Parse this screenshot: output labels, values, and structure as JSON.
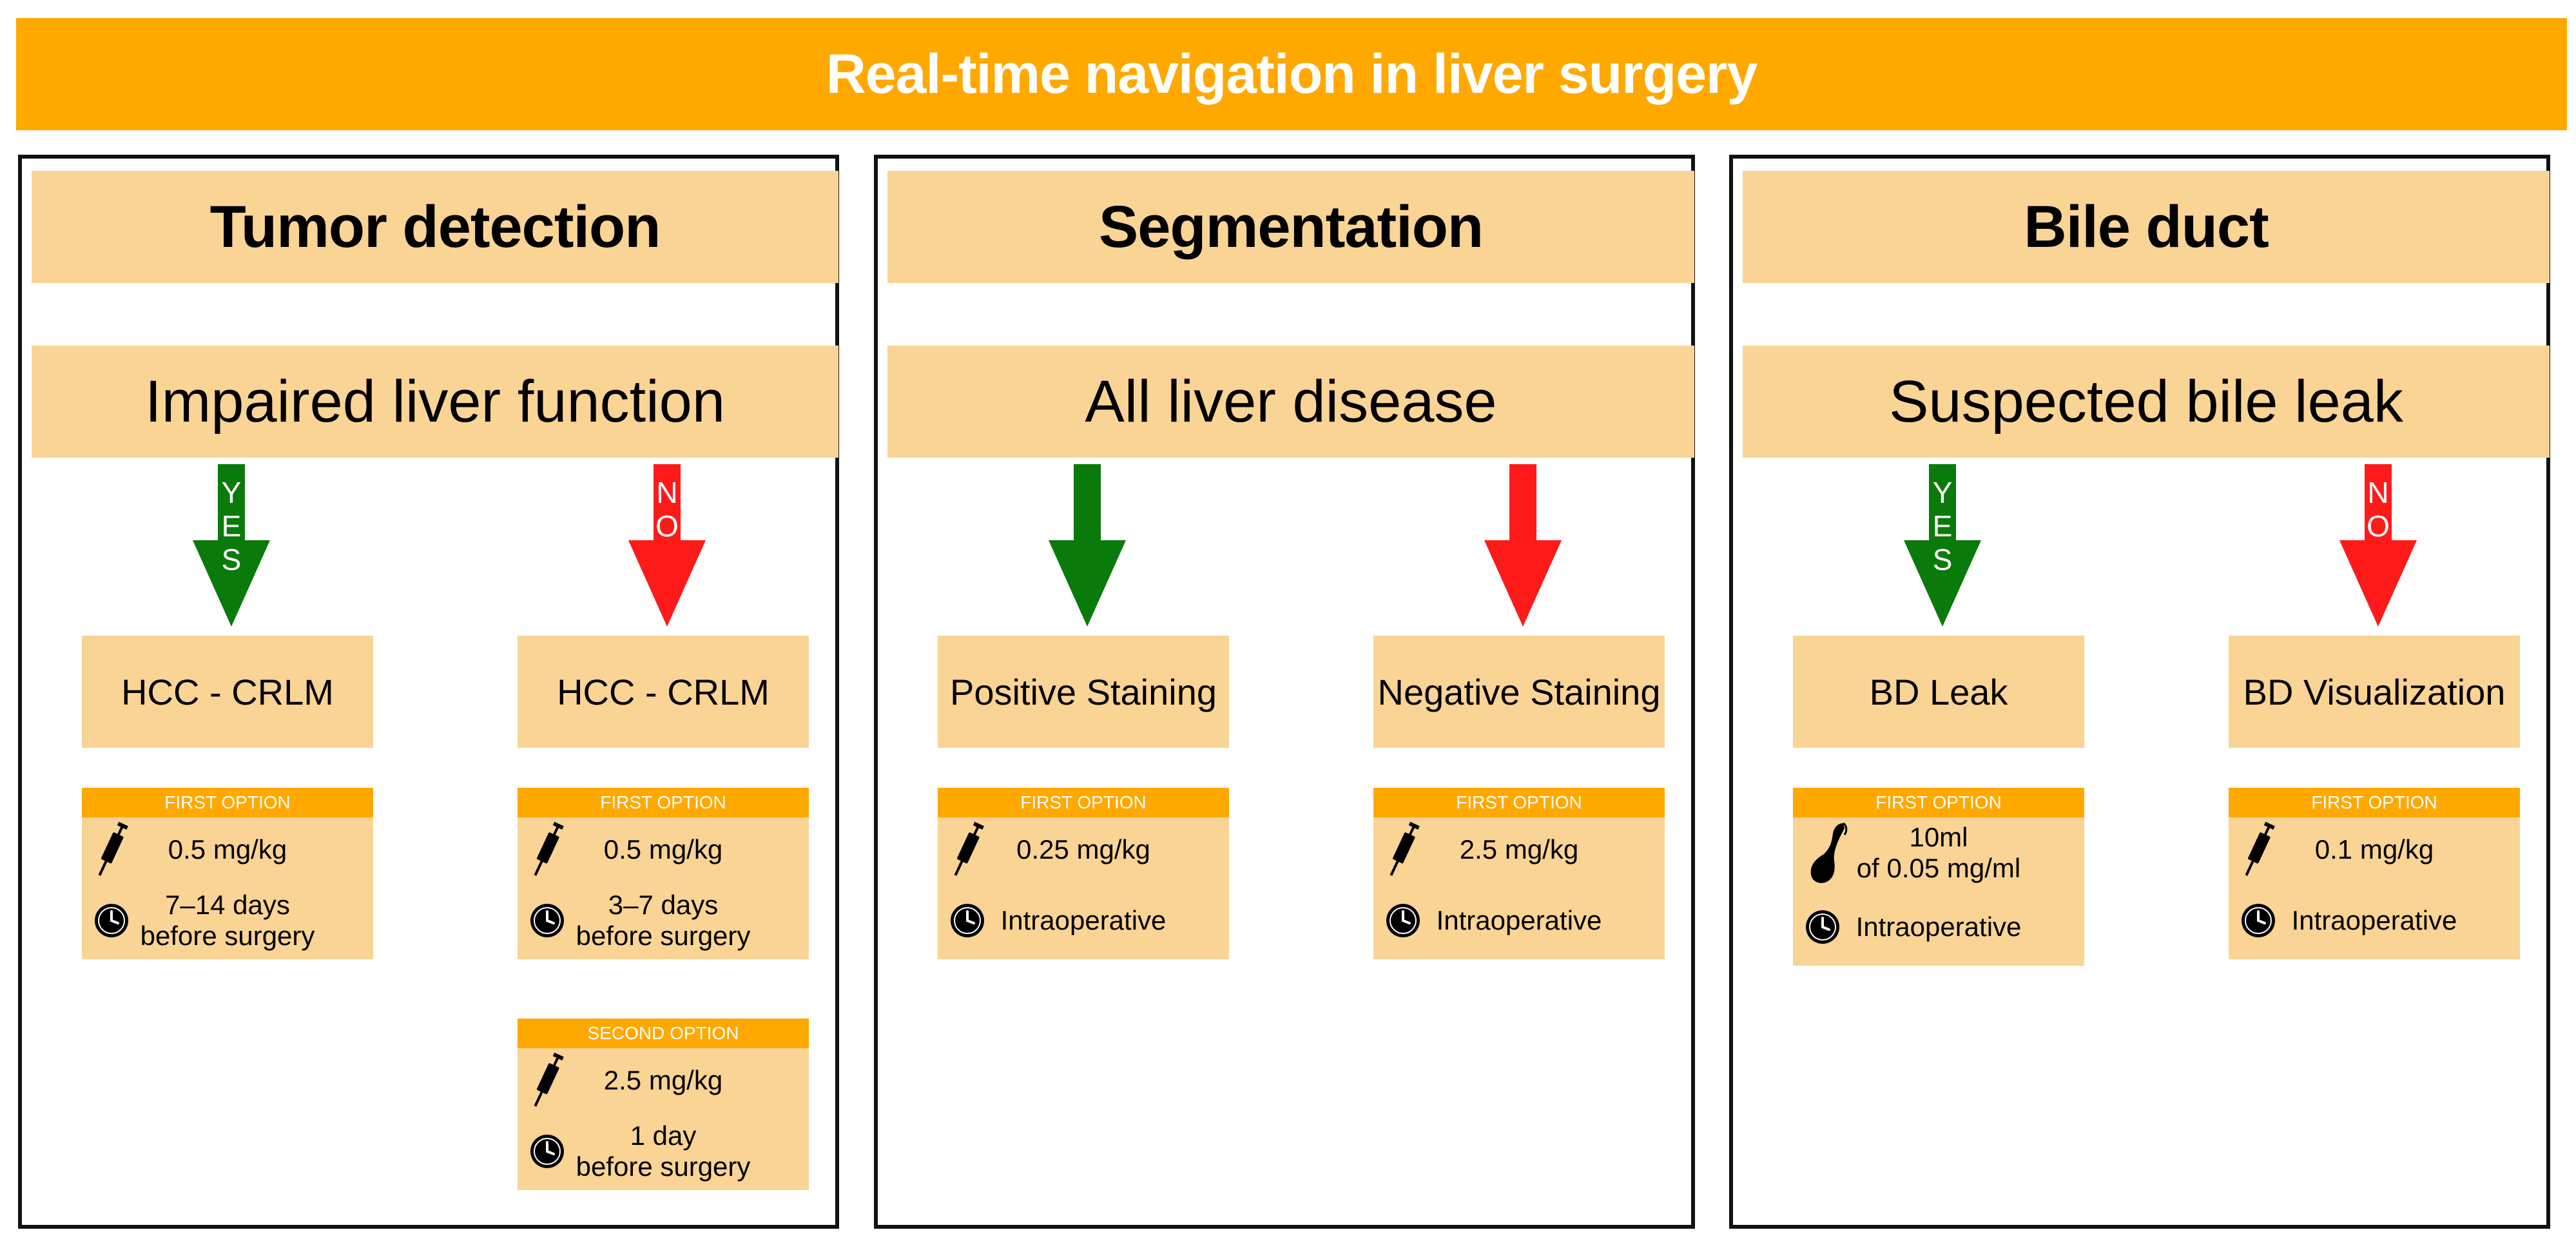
{
  "title": "Real-time navigation in liver surgery",
  "colors": {
    "banner": "#FFA800",
    "box": "#FAD494",
    "yes_arrow": "#0A7A0A",
    "no_arrow": "#FF1A1A"
  },
  "panels": [
    {
      "header": "Tumor detection",
      "condition": "Impaired liver function",
      "arrows": [
        {
          "label": "YES",
          "letters": [
            "Y",
            "E",
            "S"
          ]
        },
        {
          "label": "NO",
          "letters": [
            "N",
            "O"
          ]
        }
      ],
      "categories": [
        "HCC - CRLM",
        "HCC - CRLM"
      ],
      "options": {
        "left_first": {
          "heading": "FIRST OPTION",
          "dose_icon": "syringe-icon",
          "dose": "0.5 mg/kg",
          "time_icon": "clock-icon",
          "time_line1": "7–14 days",
          "time_line2": "before surgery"
        },
        "right_first": {
          "heading": "FIRST OPTION",
          "dose_icon": "syringe-icon",
          "dose": "0.5 mg/kg",
          "time_icon": "clock-icon",
          "time_line1": "3–7 days",
          "time_line2": "before surgery"
        },
        "right_second": {
          "heading": "SECOND OPTION",
          "dose_icon": "syringe-icon",
          "dose": "2.5 mg/kg",
          "time_icon": "clock-icon",
          "time_line1": "1 day",
          "time_line2": "before surgery"
        }
      }
    },
    {
      "header": "Segmentation",
      "condition": "All liver disease",
      "arrows": [
        {
          "label": "",
          "letters": []
        },
        {
          "label": "",
          "letters": []
        }
      ],
      "categories": [
        "Positive Staining",
        "Negative Staining"
      ],
      "options": {
        "left_first": {
          "heading": "FIRST OPTION",
          "dose_icon": "syringe-icon",
          "dose": "0.25 mg/kg",
          "time_icon": "clock-icon",
          "time": "Intraoperative"
        },
        "right_first": {
          "heading": "FIRST OPTION",
          "dose_icon": "syringe-icon",
          "dose": "2.5 mg/kg",
          "time_icon": "clock-icon",
          "time": "Intraoperative"
        }
      }
    },
    {
      "header": "Bile duct",
      "condition": "Suspected bile leak",
      "arrows": [
        {
          "label": "YES",
          "letters": [
            "Y",
            "E",
            "S"
          ]
        },
        {
          "label": "NO",
          "letters": [
            "N",
            "O"
          ]
        }
      ],
      "categories": [
        "BD Leak",
        "BD Visualization"
      ],
      "options": {
        "left_first": {
          "heading": "FIRST OPTION",
          "dose_icon": "gallbladder-icon",
          "dose_line1": "10ml",
          "dose_line2": "of 0.05 mg/ml",
          "time_icon": "clock-icon",
          "time": "Intraoperative"
        },
        "right_first": {
          "heading": "FIRST OPTION",
          "dose_icon": "syringe-icon",
          "dose": "0.1 mg/kg",
          "time_icon": "clock-icon",
          "time": "Intraoperative"
        }
      }
    }
  ]
}
